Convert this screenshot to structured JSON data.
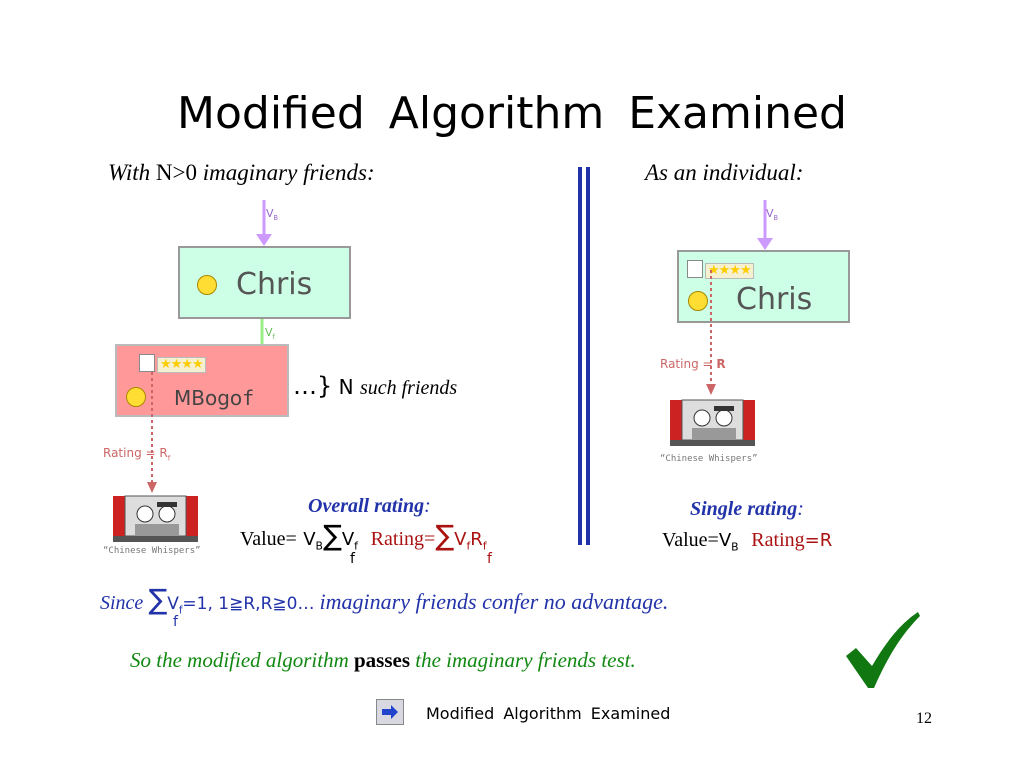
{
  "title": "Modified  Algorithm  Examined",
  "left_heading": {
    "pre": "With ",
    "n": "N>0",
    "post": " imaginary friends:"
  },
  "right_heading": "As an individual:",
  "vb_label": "V",
  "vb_sub": "B",
  "vf_label": "V",
  "vf_sub": "f",
  "chris_name": "Chris",
  "mbogo": {
    "name": "MBogo",
    "sub": "f"
  },
  "n_friends": {
    "brace": "…}",
    "n": " N ",
    "text": "such friends"
  },
  "rating_rf": {
    "label": "Rating = R",
    "sub": "f"
  },
  "rating_r": {
    "label": "Rating = ",
    "value": "R"
  },
  "movie_caption": "“Chinese Whispers”",
  "overall": {
    "heading": "Overall rating",
    "colon": ":",
    "value_label": "Value=",
    "v": "V",
    "b": "B",
    "sigma": "∑",
    "vf": "V",
    "f": "f",
    "rating_label": "Rating=",
    "sigma2": "∑",
    "vf2": "V",
    "f2": "f",
    "rf": "R",
    "f3": "f",
    "under1": "f",
    "under2": "f"
  },
  "single": {
    "heading": "Single rating",
    "colon": ":",
    "value_label": "Value=",
    "v": "V",
    "b": "B",
    "rating_label": "Rating",
    "rating_eq": "=R"
  },
  "since": {
    "word": "Since ",
    "sigma": "∑",
    "vf": "V",
    "f": "f",
    "expr": "=1,  1≧R,R≧0…",
    "under": "f",
    "tail": "imaginary friends confer no advantage."
  },
  "conclusion": {
    "pre": "So the modified algorithm ",
    "bold": "passes",
    "post": " the imaginary friends test."
  },
  "footer": {
    "text": "Modified  Algorithm  Examined",
    "page": "12"
  },
  "colors": {
    "purple": "#cc99ff",
    "green_arrow": "#99ee88",
    "blue_line": "#2233aa",
    "check": "#117711"
  }
}
